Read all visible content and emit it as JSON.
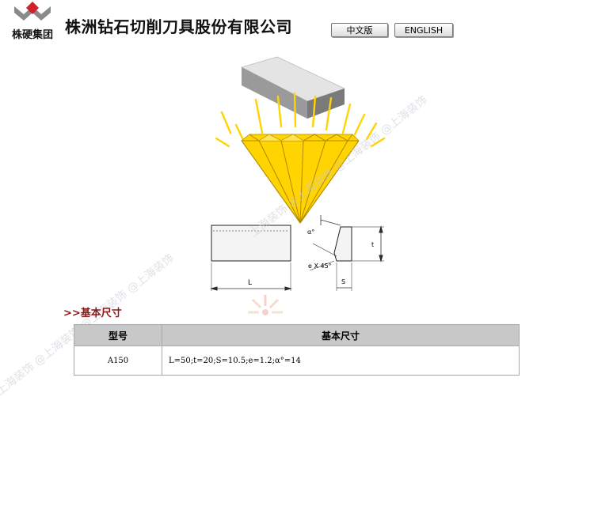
{
  "header": {
    "logo_text": "株硬集团",
    "company_name": "株洲钻石切削刀具股份有限公司",
    "lang_cn": "中文版",
    "lang_en": "ENGLISH"
  },
  "drawing": {
    "label_alpha": "α°",
    "label_t": "t",
    "label_e": "e X 45°",
    "label_s": "S",
    "label_l": "L"
  },
  "section": {
    "title": ">>基本尺寸"
  },
  "table": {
    "headers": [
      "型号",
      "基本尺寸"
    ],
    "rows": [
      [
        "A150",
        "L=50;t=20;S=10.5;e=1.2;α°=14"
      ]
    ]
  },
  "watermark_text": "上海装饰 @上海装饰 @上海装饰 @上海装饰",
  "colors": {
    "logo_red": "#d0202c",
    "logo_gray": "#8a8a8a",
    "diamond_yellow": "#ffd400",
    "section_title": "#8b1a1a",
    "table_header_bg": "#c8c8c8"
  }
}
